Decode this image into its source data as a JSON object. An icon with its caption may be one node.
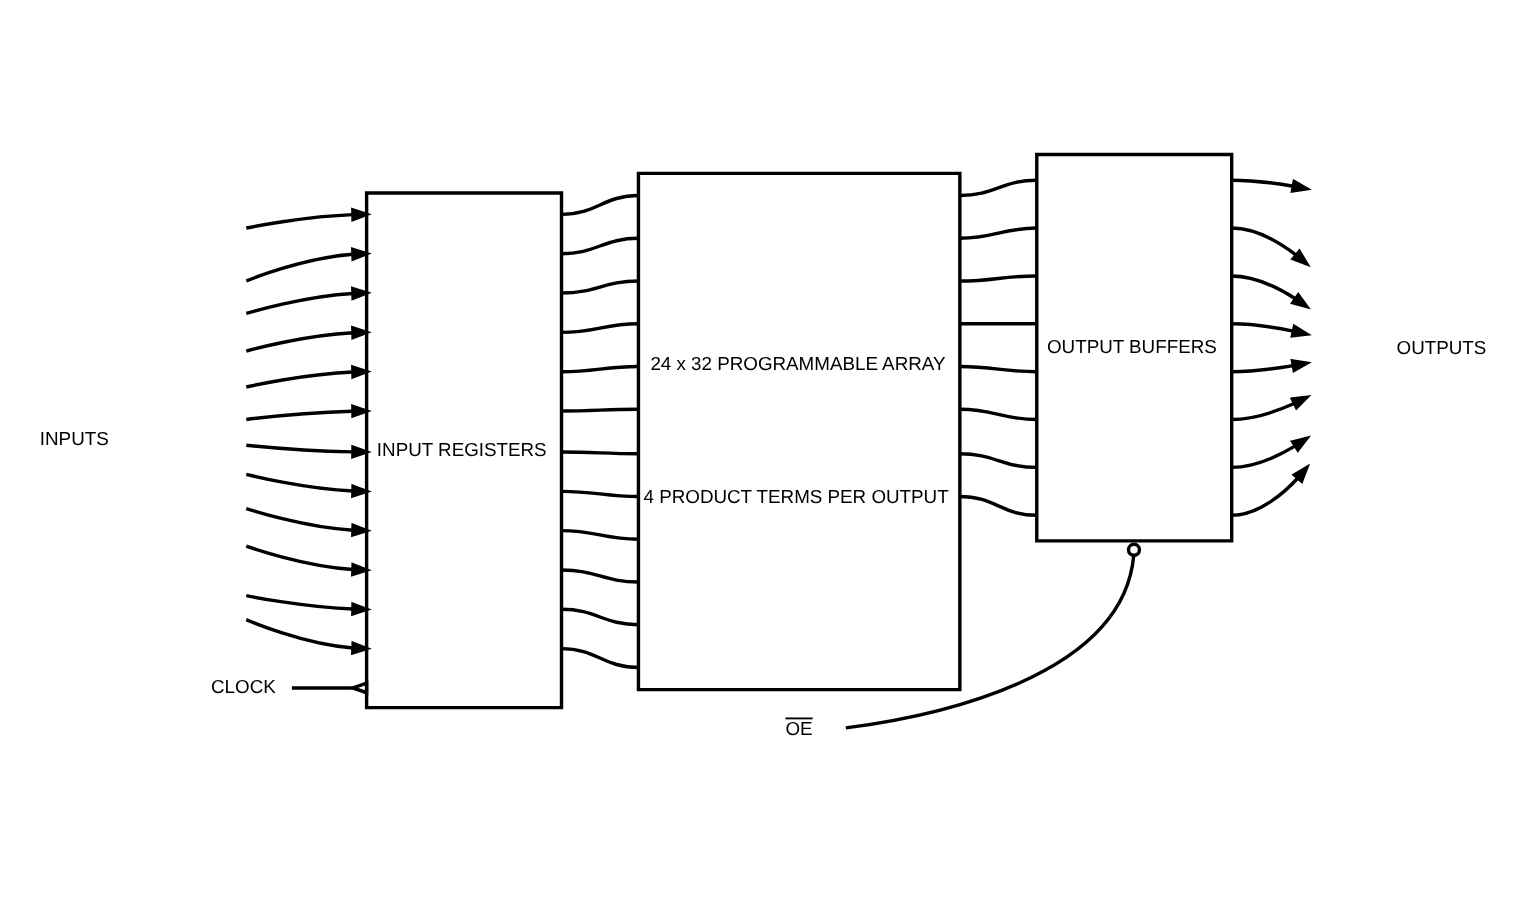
{
  "diagram": {
    "nodes": [
      {
        "text": [
          "INPUT REGISTERS"
        ]
      },
      {
        "text": [
          "24 x 32 PROGRAMMABLE ARRAY",
          "4 PRODUCT TERMS PER OUTPUT"
        ]
      },
      {
        "text": [
          "OUTPUT BUFFERS"
        ]
      },
      {
        "text": [
          "CLOCK"
        ]
      },
      {
        "text": [
          "OE"
        ]
      }
    ],
    "edges": [
      {
        "from": null,
        "to": 0,
        "arrow": "to"
      },
      {
        "from": null,
        "to": 0,
        "arrow": "to"
      },
      {
        "from": null,
        "to": 0,
        "arrow": "to"
      },
      {
        "from": null,
        "to": 0,
        "arrow": "to"
      },
      {
        "from": null,
        "to": 0,
        "arrow": "to"
      },
      {
        "from": null,
        "to": 0,
        "arrow": "to"
      },
      {
        "from": null,
        "to": 0,
        "arrow": "to"
      },
      {
        "from": null,
        "to": 0,
        "arrow": "to"
      },
      {
        "from": null,
        "to": 0,
        "arrow": "to"
      },
      {
        "from": null,
        "to": 0,
        "arrow": "to"
      },
      {
        "from": null,
        "to": 0,
        "arrow": "to"
      },
      {
        "from": null,
        "to": 0,
        "arrow": "to"
      },
      {
        "from": 3,
        "to": 0,
        "arrow": "other"
      },
      {
        "from": 0,
        "to": 1,
        "arrow": "none"
      },
      {
        "from": 0,
        "to": 1,
        "arrow": "none"
      },
      {
        "from": 0,
        "to": 1,
        "arrow": "none"
      },
      {
        "from": 0,
        "to": 1,
        "arrow": "none"
      },
      {
        "from": 0,
        "to": 1,
        "arrow": "none"
      },
      {
        "from": 0,
        "to": 1,
        "arrow": "none"
      },
      {
        "from": 0,
        "to": 1,
        "arrow": "none"
      },
      {
        "from": 0,
        "to": 1,
        "arrow": "none"
      },
      {
        "from": 0,
        "to": 1,
        "arrow": "none"
      },
      {
        "from": 0,
        "to": 1,
        "arrow": "none"
      },
      {
        "from": 0,
        "to": 1,
        "arrow": "none"
      },
      {
        "from": 0,
        "to": 1,
        "arrow": "none"
      },
      {
        "from": 1,
        "to": 2,
        "arrow": "none"
      },
      {
        "from": 1,
        "to": 2,
        "arrow": "none"
      },
      {
        "from": 1,
        "to": 2,
        "arrow": "none"
      },
      {
        "from": 1,
        "to": 2,
        "arrow": "none"
      },
      {
        "from": 1,
        "to": 2,
        "arrow": "none"
      },
      {
        "from": 1,
        "to": 2,
        "arrow": "none"
      },
      {
        "from": 1,
        "to": 2,
        "arrow": "none"
      },
      {
        "from": 1,
        "to": 2,
        "arrow": "none"
      },
      {
        "from": 2,
        "to": null,
        "arrow": "to"
      },
      {
        "from": 2,
        "to": null,
        "arrow": "to"
      },
      {
        "from": 2,
        "to": null,
        "arrow": "to"
      },
      {
        "from": 2,
        "to": null,
        "arrow": "to"
      },
      {
        "from": 2,
        "to": null,
        "arrow": "to"
      },
      {
        "from": 2,
        "to": null,
        "arrow": "to"
      },
      {
        "from": 2,
        "to": null,
        "arrow": "to"
      },
      {
        "from": 2,
        "to": null,
        "arrow": "to"
      },
      {
        "from": 4,
        "to": 2,
        "arrow": "other"
      }
    ],
    "labels": [
      "INPUTS",
      "OUTPUTS"
    ]
  }
}
